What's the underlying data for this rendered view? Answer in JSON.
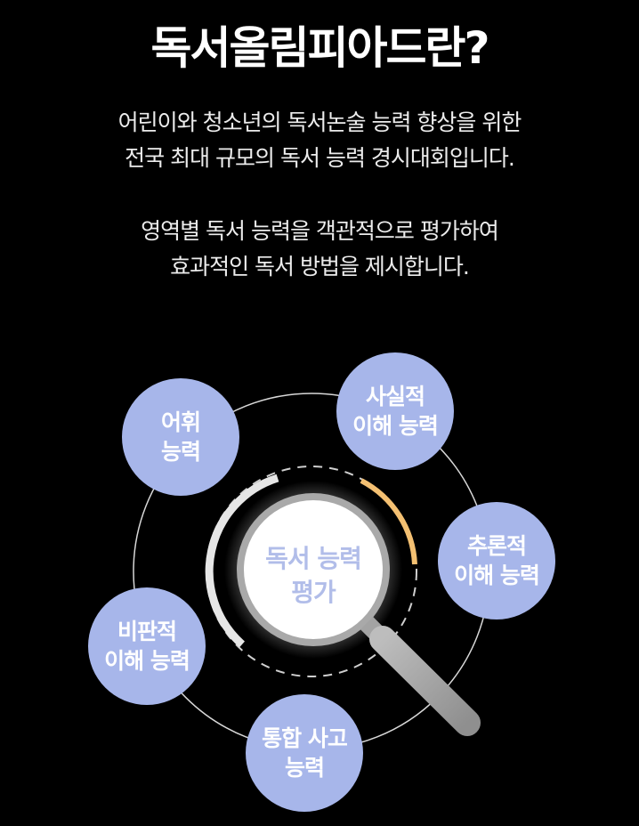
{
  "header": {
    "title": "독서올림피아드란?"
  },
  "intro": {
    "line1": "어린이와 청소년의 독서논술 능력 향상을 위한",
    "line2": "전국 최대 규모의 독서 능력 경시대회입니다."
  },
  "purpose": {
    "line1": "영역별 독서 능력을 객관적으로 평가하여",
    "line2": "효과적인 독서 방법을 제시합니다."
  },
  "diagram": {
    "center": {
      "line1": "독서 능력",
      "line2": "평가"
    },
    "nodes": {
      "vocabulary": {
        "line1": "어휘",
        "line2": "능력"
      },
      "factual": {
        "line1": "사실적",
        "line2": "이해 능력"
      },
      "inferential": {
        "line1": "추론적",
        "line2": "이해 능력"
      },
      "critical": {
        "line1": "비판적",
        "line2": "이해 능력"
      },
      "integrative": {
        "line1": "통합 사고",
        "line2": "능력"
      }
    }
  },
  "colors": {
    "background": "#000000",
    "node_fill": "#a7b6ea",
    "accent_arc": "#f4c072",
    "center_text": "#b1bde9",
    "handle": "#a9a9a9"
  },
  "icons": {
    "magnifier": "magnifier-icon"
  }
}
